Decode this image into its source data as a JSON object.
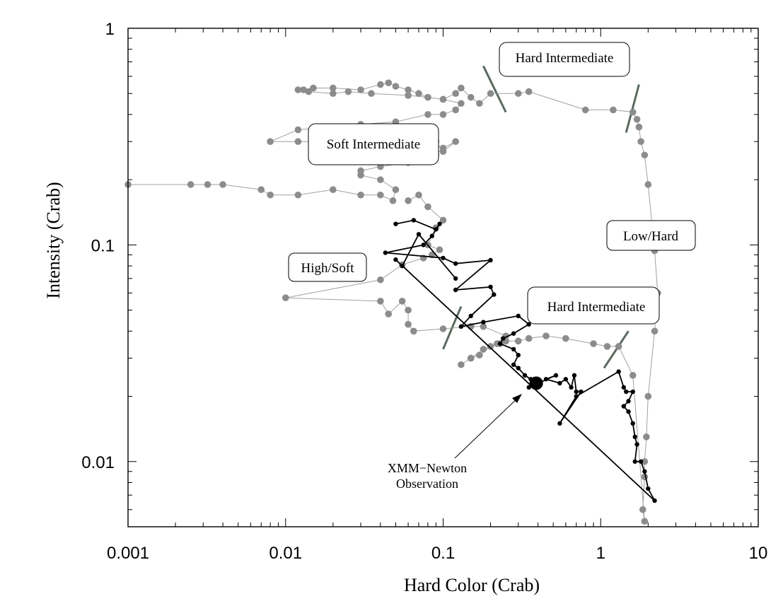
{
  "chart_data": {
    "type": "scatter",
    "title": "",
    "xlabel": "Hard Color (Crab)",
    "ylabel": "Intensity (Crab)",
    "xscale": "log",
    "yscale": "log",
    "xlim": [
      0.001,
      10
    ],
    "ylim": [
      0.005,
      1
    ],
    "x_ticks": [
      {
        "value": 0.001,
        "label": "0.001"
      },
      {
        "value": 0.01,
        "label": "0.01"
      },
      {
        "value": 0.1,
        "label": "0.1"
      },
      {
        "value": 1,
        "label": "1"
      },
      {
        "value": 10,
        "label": "10"
      }
    ],
    "y_ticks": [
      {
        "value": 0.01,
        "label": "0.01"
      },
      {
        "value": 0.1,
        "label": "0.1"
      },
      {
        "value": 1,
        "label": "1"
      }
    ],
    "grid": false,
    "legend": "none",
    "series": [
      {
        "color": "#8c8c8c",
        "line_color": "#a0a0a0",
        "marker": "circle",
        "points": [
          [
            0.001,
            0.19
          ],
          [
            0.0025,
            0.19
          ],
          [
            0.0032,
            0.19
          ],
          [
            0.004,
            0.19
          ],
          [
            0.007,
            0.18
          ],
          [
            0.008,
            0.17
          ],
          [
            0.012,
            0.17
          ],
          [
            0.02,
            0.18
          ],
          [
            0.03,
            0.17
          ],
          [
            0.04,
            0.17
          ],
          [
            0.048,
            0.16
          ],
          [
            0.05,
            0.18
          ],
          [
            0.04,
            0.2
          ],
          [
            0.03,
            0.21
          ],
          [
            0.03,
            0.22
          ],
          [
            0.04,
            0.23
          ],
          [
            0.06,
            0.24
          ],
          [
            0.08,
            0.25
          ],
          [
            0.09,
            0.26
          ],
          [
            0.1,
            0.28
          ],
          [
            0.12,
            0.3
          ],
          [
            0.1,
            0.27
          ],
          [
            0.09,
            0.3
          ],
          [
            0.08,
            0.32
          ],
          [
            0.05,
            0.31
          ],
          [
            0.03,
            0.29
          ],
          [
            0.02,
            0.3
          ],
          [
            0.012,
            0.3
          ],
          [
            0.008,
            0.3
          ],
          [
            0.012,
            0.34
          ],
          [
            0.03,
            0.36
          ],
          [
            0.05,
            0.37
          ],
          [
            0.08,
            0.4
          ],
          [
            0.1,
            0.4
          ],
          [
            0.12,
            0.42
          ],
          [
            0.13,
            0.45
          ],
          [
            0.1,
            0.47
          ],
          [
            0.08,
            0.48
          ],
          [
            0.06,
            0.49
          ],
          [
            0.035,
            0.5
          ],
          [
            0.025,
            0.51
          ],
          [
            0.02,
            0.5
          ],
          [
            0.014,
            0.51
          ],
          [
            0.012,
            0.52
          ],
          [
            0.013,
            0.52
          ],
          [
            0.015,
            0.53
          ],
          [
            0.02,
            0.53
          ],
          [
            0.03,
            0.52
          ],
          [
            0.04,
            0.55
          ],
          [
            0.045,
            0.56
          ],
          [
            0.05,
            0.54
          ],
          [
            0.06,
            0.52
          ],
          [
            0.07,
            0.5
          ],
          [
            0.08,
            0.48
          ],
          [
            0.1,
            0.47
          ],
          [
            0.12,
            0.5
          ],
          [
            0.13,
            0.53
          ],
          [
            0.15,
            0.48
          ],
          [
            0.17,
            0.45
          ],
          [
            0.2,
            0.5
          ],
          [
            0.3,
            0.5
          ],
          [
            0.35,
            0.51
          ],
          [
            0.8,
            0.42
          ],
          [
            1.2,
            0.42
          ],
          [
            1.6,
            0.41
          ],
          [
            1.7,
            0.38
          ],
          [
            1.75,
            0.35
          ],
          [
            1.8,
            0.3
          ],
          [
            1.9,
            0.26
          ],
          [
            2.0,
            0.19
          ],
          [
            2.2,
            0.094
          ],
          [
            2.3,
            0.06
          ],
          [
            2.2,
            0.04
          ],
          [
            2.0,
            0.02
          ],
          [
            1.95,
            0.013
          ],
          [
            1.9,
            0.01
          ],
          [
            1.9,
            0.0085
          ],
          [
            1.85,
            0.006
          ],
          [
            1.9,
            0.0053
          ],
          [
            1.6,
            0.025
          ],
          [
            1.3,
            0.034
          ],
          [
            1.1,
            0.034
          ],
          [
            0.9,
            0.035
          ],
          [
            0.6,
            0.037
          ],
          [
            0.45,
            0.038
          ],
          [
            0.35,
            0.037
          ],
          [
            0.3,
            0.036
          ],
          [
            0.25,
            0.036
          ],
          [
            0.22,
            0.035
          ],
          [
            0.18,
            0.033
          ],
          [
            0.15,
            0.03
          ],
          [
            0.13,
            0.028
          ],
          [
            0.15,
            0.03
          ],
          [
            0.17,
            0.031
          ],
          [
            0.2,
            0.034
          ],
          [
            0.23,
            0.035
          ],
          [
            0.25,
            0.038
          ],
          [
            0.18,
            0.042
          ],
          [
            0.15,
            0.042
          ],
          [
            0.1,
            0.041
          ],
          [
            0.065,
            0.04
          ],
          [
            0.06,
            0.043
          ],
          [
            0.06,
            0.05
          ],
          [
            0.055,
            0.055
          ],
          [
            0.045,
            0.048
          ],
          [
            0.04,
            0.055
          ],
          [
            0.01,
            0.057
          ],
          [
            0.04,
            0.069
          ],
          [
            0.055,
            0.081
          ],
          [
            0.075,
            0.087
          ],
          [
            0.085,
            0.09
          ],
          [
            0.095,
            0.095
          ],
          [
            0.08,
            0.1
          ],
          [
            0.09,
            0.12
          ],
          [
            0.1,
            0.13
          ],
          [
            0.08,
            0.15
          ],
          [
            0.07,
            0.17
          ],
          [
            0.06,
            0.16
          ]
        ]
      },
      {
        "color": "#000000",
        "line_color": "#000000",
        "marker": "circle",
        "points": [
          [
            0.05,
            0.125
          ],
          [
            0.065,
            0.13
          ],
          [
            0.09,
            0.118
          ],
          [
            0.095,
            0.125
          ],
          [
            0.085,
            0.11
          ],
          [
            0.075,
            0.1
          ],
          [
            0.043,
            0.092
          ],
          [
            0.1,
            0.087
          ],
          [
            0.12,
            0.082
          ],
          [
            0.2,
            0.085
          ],
          [
            0.12,
            0.062
          ],
          [
            0.2,
            0.064
          ],
          [
            0.21,
            0.059
          ],
          [
            0.15,
            0.047
          ],
          [
            0.13,
            0.042
          ],
          [
            0.18,
            0.044
          ],
          [
            0.3,
            0.047
          ],
          [
            0.35,
            0.043
          ],
          [
            0.28,
            0.039
          ],
          [
            0.24,
            0.037
          ],
          [
            0.23,
            0.035
          ],
          [
            0.28,
            0.033
          ],
          [
            0.3,
            0.031
          ],
          [
            0.28,
            0.028
          ],
          [
            0.3,
            0.027
          ],
          [
            0.33,
            0.025
          ],
          [
            0.36,
            0.024
          ],
          [
            0.38,
            0.024
          ],
          [
            0.35,
            0.022
          ],
          [
            0.52,
            0.025
          ],
          [
            0.45,
            0.024
          ],
          [
            0.55,
            0.023
          ],
          [
            0.6,
            0.024
          ],
          [
            0.65,
            0.022
          ],
          [
            0.68,
            0.025
          ],
          [
            0.7,
            0.021
          ],
          [
            0.75,
            0.021
          ],
          [
            0.55,
            0.015
          ],
          [
            0.7,
            0.02
          ],
          [
            1.3,
            0.026
          ],
          [
            1.4,
            0.022
          ],
          [
            1.45,
            0.021
          ],
          [
            1.6,
            0.021
          ],
          [
            1.5,
            0.019
          ],
          [
            1.4,
            0.018
          ],
          [
            1.5,
            0.017
          ],
          [
            1.6,
            0.015
          ],
          [
            1.65,
            0.013
          ],
          [
            1.7,
            0.012
          ],
          [
            1.65,
            0.01
          ],
          [
            1.8,
            0.01
          ],
          [
            1.9,
            0.009
          ],
          [
            2.0,
            0.0075
          ],
          [
            2.2,
            0.0066
          ],
          [
            0.05,
            0.0855
          ],
          [
            0.055,
            0.08
          ],
          [
            0.07,
            0.112
          ],
          [
            0.12,
            0.07
          ]
        ]
      }
    ],
    "highlight": {
      "x": 0.39,
      "y": 0.023
    },
    "annotations": [
      {
        "id": "xmm",
        "lines": [
          "XMM−Newton",
          "Observation"
        ],
        "arrow_to": [
          0.35,
          0.02
        ]
      }
    ],
    "regions": [
      {
        "id": "hard-intermediate-top",
        "label": "Hard Intermediate"
      },
      {
        "id": "soft-intermediate",
        "label": "Soft Intermediate"
      },
      {
        "id": "low-hard",
        "label": "Low/Hard"
      },
      {
        "id": "high-soft",
        "label": "High/Soft"
      },
      {
        "id": "hard-intermediate-bottom",
        "label": "Hard Intermediate"
      }
    ],
    "dividers": [
      {
        "from": [
          0.18,
          0.67
        ],
        "to": [
          0.25,
          0.41
        ]
      },
      {
        "from": [
          1.45,
          0.33
        ],
        "to": [
          1.75,
          0.55
        ]
      },
      {
        "from": [
          0.1,
          0.033
        ],
        "to": [
          0.13,
          0.052
        ]
      },
      {
        "from": [
          1.05,
          0.027
        ],
        "to": [
          1.5,
          0.04
        ]
      }
    ]
  }
}
